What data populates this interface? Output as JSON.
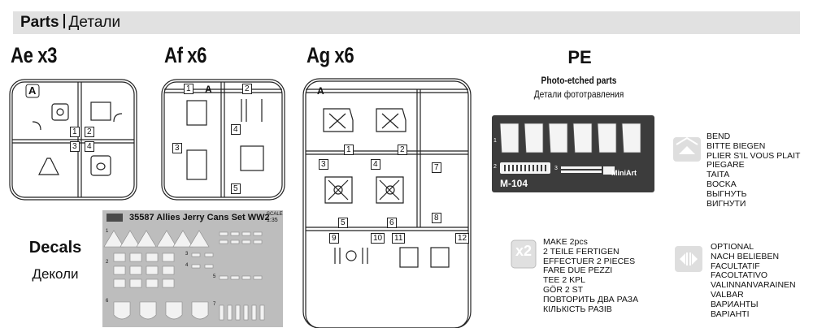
{
  "header": {
    "parts": "Parts",
    "parts_ru": "Детали"
  },
  "sprues": {
    "ae": {
      "title": "Ae x3",
      "letter": "A",
      "numbers": [
        "1",
        "2",
        "3",
        "4"
      ]
    },
    "af": {
      "title": "Af x6",
      "letter": "A",
      "numbers": [
        "1",
        "2",
        "3",
        "4",
        "5"
      ]
    },
    "ag": {
      "title": "Ag x6",
      "letter": "A",
      "numbers": [
        "1",
        "2",
        "3",
        "4",
        "5",
        "6",
        "7",
        "8",
        "9",
        "10",
        "11",
        "12"
      ]
    }
  },
  "pe": {
    "title": "PE",
    "subtitle": "Photo-etched parts",
    "subtitle_ru": "Детали фототравления",
    "code": "M-104",
    "brand": "MiniArt",
    "numbers": [
      "1",
      "2",
      "3"
    ]
  },
  "decals": {
    "title": "Decals",
    "title_ru": "Деколи",
    "sheet_title": "35587 Allies Jerry Cans Set WW2",
    "scale_label": "SCALE",
    "scale": "1:35",
    "numbers": [
      "1",
      "2",
      "3",
      "4",
      "5",
      "6",
      "7"
    ]
  },
  "legend": {
    "bend": [
      "BEND",
      "BITTE BIEGEN",
      "PLIER S'IL VOUS PLAIT",
      "PIEGARE",
      "TAITA",
      "BOCKA",
      "ВЫГНУТЬ",
      "ВИГНУТИ"
    ],
    "make2_badge": "x2",
    "make2": [
      "MAKE 2pcs",
      "2 TEILE FERTIGEN",
      "EFFECTUER 2 PIECES",
      "FARE DUE PEZZI",
      "TEE 2 KPL",
      "GÖR 2 ST",
      "ПОВТОРИТЬ ДВА РАЗА",
      "КІЛЬКІСТЬ РАЗІВ"
    ],
    "optional": [
      "OPTIONAL",
      "NACH BELIEBEN",
      "FACULTATIF",
      "FACOLTATIVO",
      "VALINNANVARAINEN",
      "VALBAR",
      "ВАРИАНТЫ",
      "ВАРІАНТІ"
    ]
  }
}
